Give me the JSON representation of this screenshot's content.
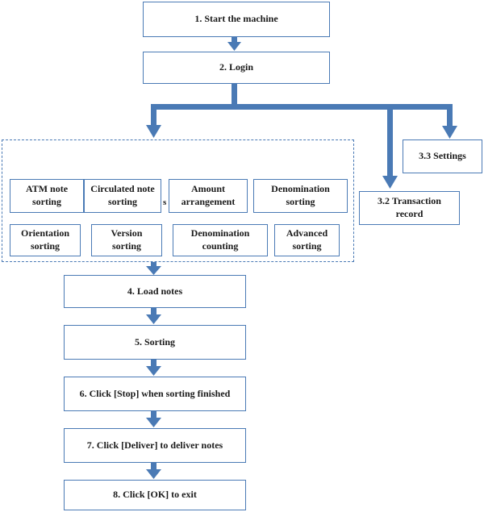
{
  "steps": {
    "start": "1. Start the machine",
    "login": "2. Login",
    "settings": "3.3 Settings",
    "transaction": "3.2 Transaction\nrecord",
    "load": "4. Load notes",
    "sorting": "5. Sorting",
    "stop": "6. Click [Stop] when sorting finished",
    "deliver": "7. Click [Deliver] to deliver notes",
    "exit": "8. Click [OK] to exit"
  },
  "modes": {
    "atm": "ATM note\nsorting",
    "circulated": "Circulated note\nsorting",
    "amount": "Amount\narrangement",
    "denomination_sorting": "Denomination\nsorting",
    "orientation": "Orientation\nsorting",
    "version": "Version\nsorting",
    "denomination_counting": "Denomination\ncounting",
    "advanced": "Advanced\nsorting",
    "stray_char": "s"
  },
  "colors": {
    "arrow": "#4a7ab5",
    "border": "#4a7ab5",
    "text": "#1a1a1a"
  }
}
